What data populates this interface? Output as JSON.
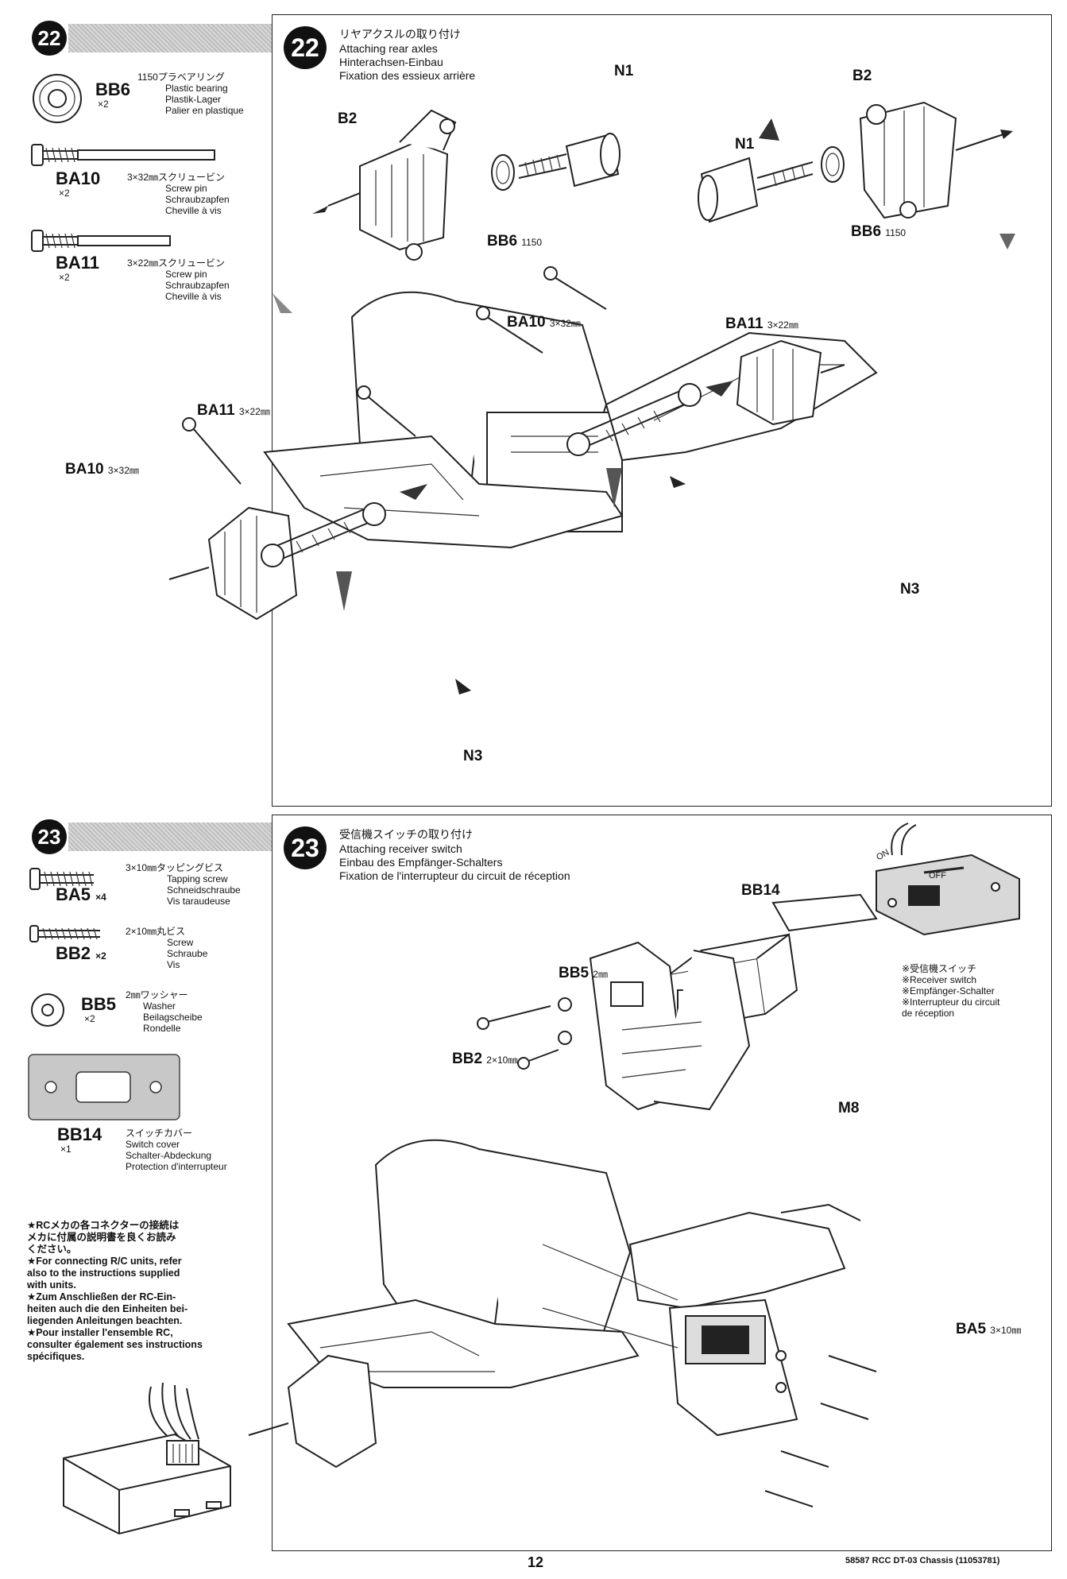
{
  "page": {
    "number": "12",
    "footer": "58587 RCC DT-03 Chassis (11053781)"
  },
  "step22": {
    "badge": "22",
    "parts": [
      {
        "code": "BB6",
        "qty": "×2",
        "jp": "1150プラベアリング",
        "lines": [
          "Plastic bearing",
          "Plastik-Lager",
          "Palier en plastique"
        ]
      },
      {
        "code": "BA10",
        "qty": "×2",
        "jp": "3×32㎜スクリュービン",
        "lines": [
          "Screw pin",
          "Schraubzapfen",
          "Cheville à vis"
        ]
      },
      {
        "code": "BA11",
        "qty": "×2",
        "jp": "3×22㎜スクリュービン",
        "lines": [
          "Screw pin",
          "Schraubzapfen",
          "Cheville à vis"
        ]
      }
    ],
    "title_jp": "リヤアクスルの取り付け",
    "title_lines": [
      "Attaching rear axles",
      "Hinterachsen-Einbau",
      "Fixation des essieux arrière"
    ],
    "labels": {
      "n1_left": "N1",
      "b2_left": "B2",
      "bb6_left": "BB6",
      "bb6_left_sub": "1150",
      "b2_right": "B2",
      "n1_right": "N1",
      "bb6_right": "BB6",
      "bb6_right_sub": "1150",
      "ba10_top": "BA10",
      "ba10_top_sub": "3×32㎜",
      "ba11_top": "BA11",
      "ba11_top_sub": "3×22㎜",
      "ba11_left": "BA11",
      "ba11_left_sub": "3×22㎜",
      "ba10_left": "BA10",
      "ba10_left_sub": "3×32㎜",
      "n3_right": "N3",
      "n3_bottom": "N3"
    }
  },
  "step23": {
    "badge": "23",
    "parts": [
      {
        "code": "BA5",
        "qty": "×4",
        "jp": "3×10㎜タッピングビス",
        "lines": [
          "Tapping screw",
          "Schneidschraube",
          "Vis taraudeuse"
        ]
      },
      {
        "code": "BB2",
        "qty": "×2",
        "jp": "2×10㎜丸ビス",
        "lines": [
          "Screw",
          "Schraube",
          "Vis"
        ]
      },
      {
        "code": "BB5",
        "qty": "×2",
        "jp": "2㎜ワッシャー",
        "lines": [
          "Washer",
          "Beilagscheibe",
          "Rondelle"
        ]
      },
      {
        "code": "BB14",
        "qty": "×1",
        "jp": "スイッチカバー",
        "lines": [
          "Switch cover",
          "Schalter-Abdeckung",
          "Protection d'interrupteur"
        ]
      }
    ],
    "title_jp": "受信機スイッチの取り付け",
    "title_lines": [
      "Attaching receiver switch",
      "Einbau des Empfänger-Schalters",
      "Fixation de l'interrupteur du circuit de réception"
    ],
    "notes": [
      "★RCメカの各コネクターの接続は",
      "メカに付属の説明書を良くお読み",
      "ください。",
      "★For connecting R/C units, refer",
      "also to the instructions supplied",
      "with units.",
      "★Zum Anschließen der RC-Ein-",
      "heiten auch die den Einheiten bei-",
      "liegenden Anleitungen beachten.",
      "★Pour installer l'ensemble RC,",
      "consulter également ses instructions",
      "spécifiques."
    ],
    "switch_note": [
      "※受信機スイッチ",
      "※Receiver switch",
      "※Empfänger-Schalter",
      "※Interrupteur du circuit",
      "de réception"
    ],
    "switch_on": "ON",
    "switch_off": "OFF",
    "labels": {
      "bb14": "BB14",
      "bb5": "BB5",
      "bb5_sub": "2㎜",
      "bb2": "BB2",
      "bb2_sub": "2×10㎜",
      "m8": "M8",
      "ba5": "BA5",
      "ba5_sub": "3×10㎜"
    }
  }
}
